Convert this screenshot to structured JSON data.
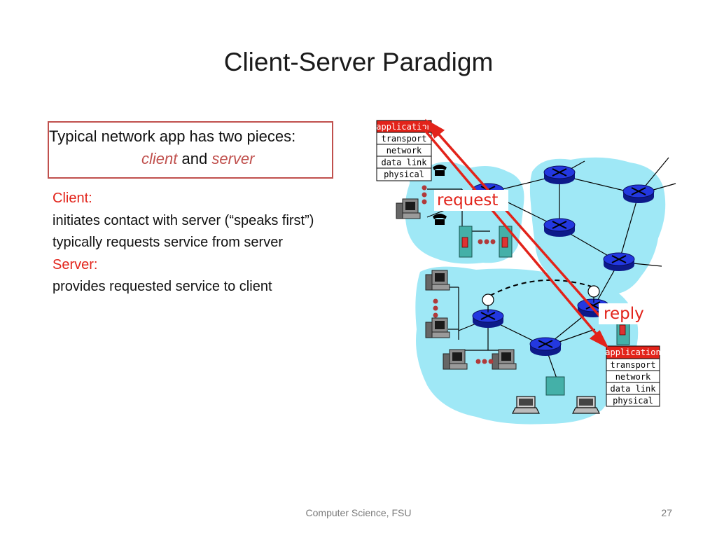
{
  "slide": {
    "title": "Client-Server Paradigm",
    "intro_line": "Typical network app has two pieces:",
    "client_word": "client",
    "and_word": "and",
    "server_word": "server",
    "bullets": [
      {
        "text": "Client:",
        "style": "heading"
      },
      {
        "text": "initiates contact with server (“speaks first”)",
        "style": "body"
      },
      {
        "text": "typically requests service from server",
        "style": "body"
      },
      {
        "text": "Server:",
        "style": "heading"
      },
      {
        "text": "provides requested service to client",
        "style": "body"
      }
    ]
  },
  "diagram": {
    "client_stack": [
      "application",
      "transport",
      "network",
      "data link",
      "physical"
    ],
    "server_stack": [
      "application",
      "transport",
      "network",
      "data link",
      "physical"
    ],
    "request_label": "request",
    "reply_label": "reply"
  },
  "footer": {
    "text": "Computer Science, FSU",
    "page": "27"
  },
  "colors": {
    "accent": "#c0504d",
    "arrow": "#e2231a",
    "cloud": "#9fe8f6",
    "router": "#1a2fd0"
  }
}
